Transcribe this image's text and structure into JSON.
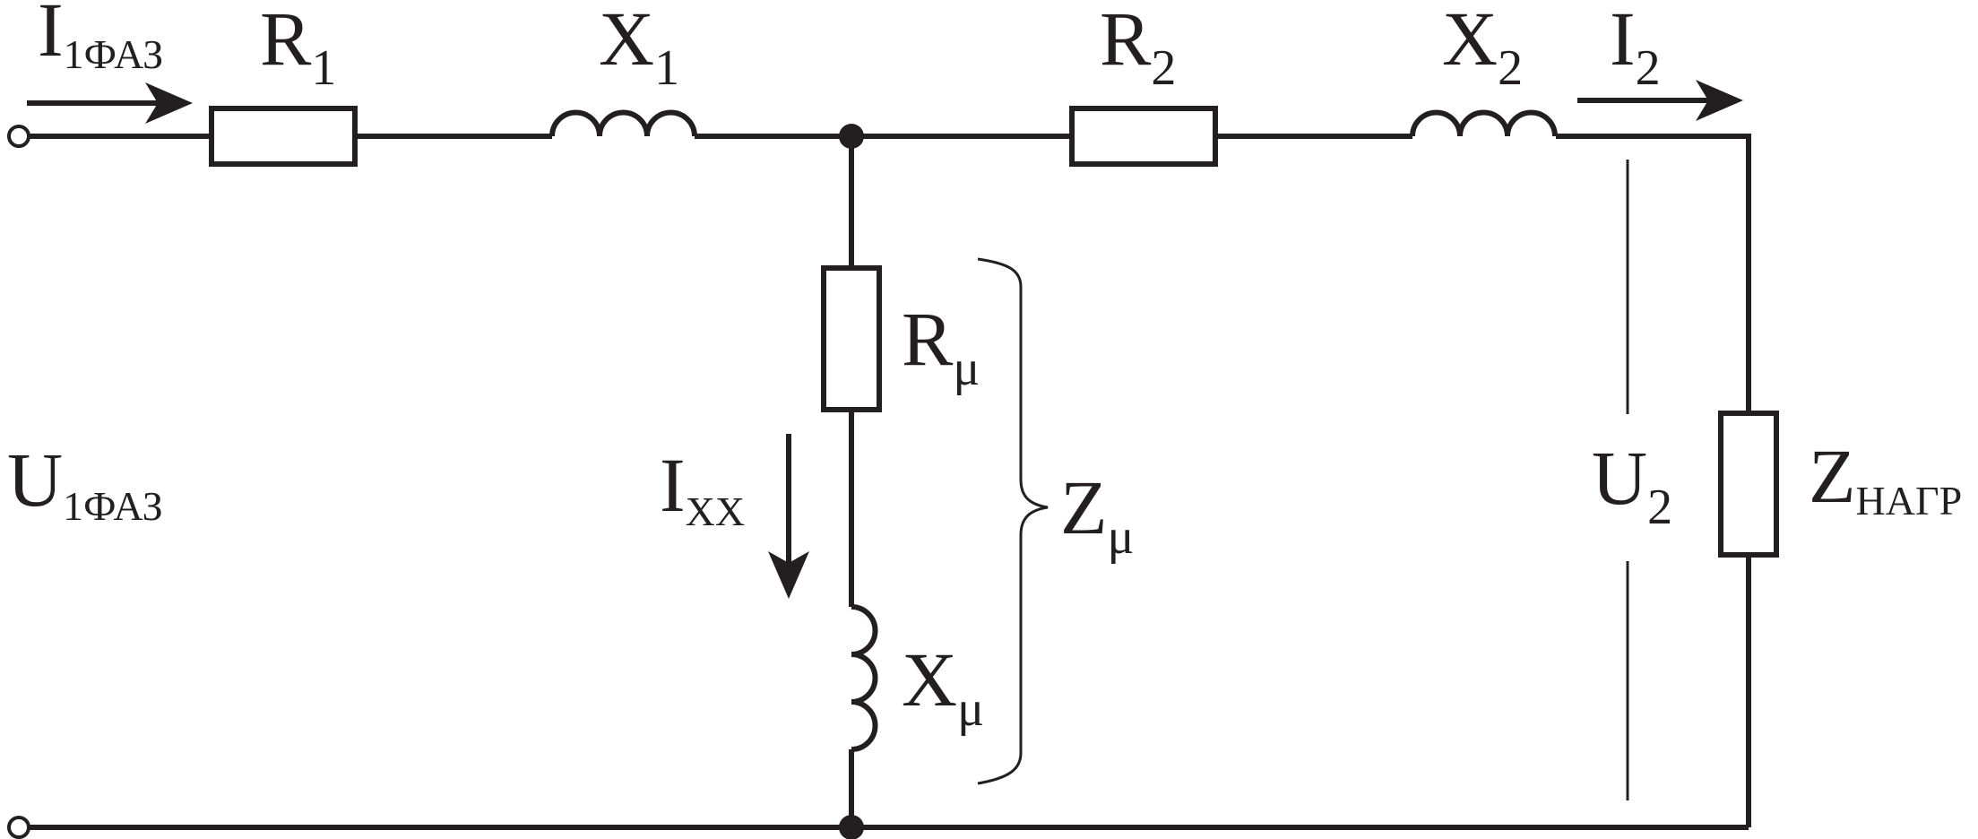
{
  "labels": {
    "i_in_main": "I",
    "i_in_sub": "1ФАЗ",
    "r1_main": "R",
    "r1_sub": "1",
    "x1_main": "X",
    "x1_sub": "1",
    "r2_main": "R",
    "r2_sub": "2",
    "x2_main": "X",
    "x2_sub": "2",
    "i2_main": "I",
    "i2_sub": "2",
    "rmu_main": "R",
    "rmu_sub": "μ",
    "xmu_main": "X",
    "xmu_sub": "μ",
    "zmu_main": "Z",
    "zmu_sub": "μ",
    "ixx_main": "I",
    "ixx_sub": "XX",
    "u_in_main": "U",
    "u_in_sub": "1ФАЗ",
    "u2_main": "U",
    "u2_sub": "2",
    "zload_main": "Z",
    "zload_sub": "НАГР"
  },
  "colors": {
    "ink": "#231f20",
    "background": "#ffffff"
  }
}
